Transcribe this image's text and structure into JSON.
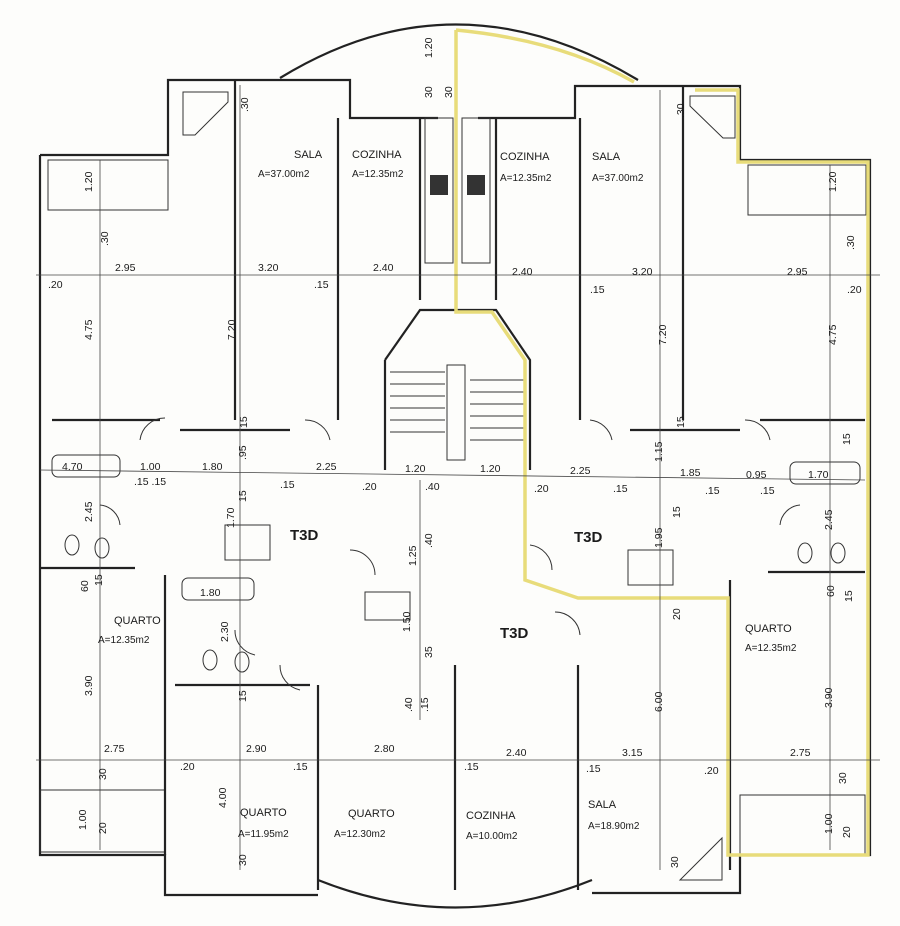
{
  "rooms": {
    "sala_tl": "SALA",
    "sala_tl_area": "A=37.00m2",
    "coz_tl": "COZINHA",
    "coz_tl_area": "A=12.35m2",
    "coz_tr": "COZINHA",
    "coz_tr_area": "A=12.35m2",
    "sala_tr": "SALA",
    "sala_tr_area": "A=37.00m2",
    "quarto_l": "QUARTO",
    "quarto_l_area": "A=12.35m2",
    "quarto_r": "QUARTO",
    "quarto_r_area": "A=12.35m2",
    "quarto_b1": "QUARTO",
    "quarto_b1_area": "A=11.95m2",
    "quarto_b2": "QUARTO",
    "quarto_b2_area": "A=12.30m2",
    "coz_b": "COZINHA",
    "coz_b_area": "A=10.00m2",
    "sala_b": "SALA",
    "sala_b_area": "A=18.90m2"
  },
  "units": {
    "left": "T3D",
    "right": "T3D",
    "bottom": "T3D"
  },
  "dims": {
    "d120_top": "1.20",
    "d30_top_a": "30",
    "d30_top_b": "30",
    "d30_sl": ".30",
    "d30_sr": ".30",
    "d120_l": "1.20",
    "d120_r": "1.20",
    "d30_l": ".30",
    "d30_r": ".30",
    "d295_l": "2.95",
    "d320_l": "3.20",
    "d240_l": "2.40",
    "d240_r": "2.40",
    "d320_r": "3.20",
    "d295_r": "2.95",
    "d20_l": ".20",
    "d15_cl": ".15",
    "d15_cr": ".15",
    "d20_r": ".20",
    "d475_l": "4.75",
    "d720_l": "7.20",
    "d720_r": "7.20",
    "d475_r": "4.75",
    "d15_vl": "15",
    "d15_vr": "15",
    "d15_vrr": "15",
    "d470": "4.70",
    "d100": "1.00",
    "d180_a": "1.80",
    "d95": ".95",
    "d225_l": "2.25",
    "d120_sa": "1.20",
    "d120_sb": "1.20",
    "d225_r": "2.25",
    "d115": "1.15",
    "d185": "1.85",
    "d095": "0.95",
    "d170_r": "1.70",
    "d1515": ".15 .15",
    "d15_m1": ".15",
    "d20_m1": ".20",
    "d40_m": ".40",
    "d20_m2": ".20",
    "d15_m2": ".15",
    "d15_m3": ".15",
    "d15_m4": ".15",
    "d245_l": "2.45",
    "d245_r": "2.45",
    "d170_l": "1.70",
    "d15_v1": "15",
    "d40_v": ".40",
    "d125": "1.25",
    "d195": "1.95",
    "d15_v2": "15",
    "d60_l": "60",
    "d15_v3": "15",
    "d60_r": "60",
    "d15_v4": "15",
    "d180_b": "1.80",
    "d230": "2.30",
    "d150": "1.50",
    "d35": "35",
    "d20_v": "20",
    "d390_l": "3.90",
    "d390_r": "3.90",
    "d600": "6.00",
    "d40_b": ".40",
    "d15_v5": ".15",
    "d15_v6": "15",
    "d275_l": "2.75",
    "d290": "2.90",
    "d280": "2.80",
    "d240_b": "2.40",
    "d315": "3.15",
    "d275_r": "2.75",
    "d20_bl": ".20",
    "d15_b1": ".15",
    "d15_b2": ".15",
    "d15_b3": ".15",
    "d20_br": ".20",
    "d400": "4.00",
    "d30_bl": "30",
    "d30_br": "30",
    "d100_bl": "1.00",
    "d20_bl2": "20",
    "d100_br": "1.00",
    "d20_br2": "20",
    "d30_b1": "30",
    "d30_b2": "30"
  },
  "colors": {
    "highlight": "#e8dc7a",
    "ink": "#222222",
    "paper": "#fdfdfb"
  }
}
